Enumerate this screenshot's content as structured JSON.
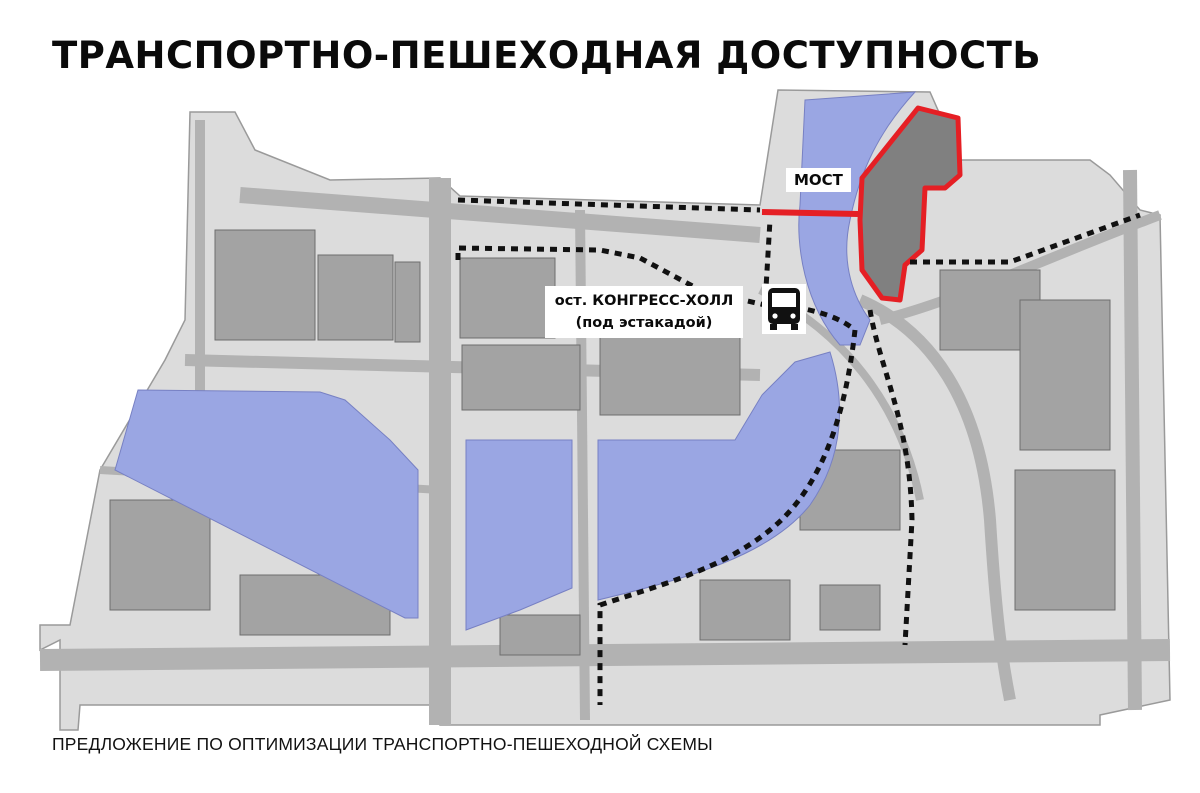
{
  "header": {
    "title": "ТРАНСПОРТНО-ПЕШЕХОДНАЯ ДОСТУПНОСТЬ"
  },
  "map": {
    "labels": {
      "bridge": "МОСТ",
      "stop_line1": "ост. КОНГРЕСС-ХОЛЛ",
      "stop_line2": "(под эстакадой)"
    },
    "icons": [
      "bus-icon"
    ],
    "colors": {
      "water": "#9aa6e3",
      "highlight": "#e51f24",
      "route": "#111111",
      "buildings": "#8a8a8a",
      "roads": "#bdbdbd"
    }
  },
  "footer": {
    "caption": "ПРЕДЛОЖЕНИЕ ПО ОПТИМИЗАЦИИ ТРАНСПОРТНО-ПЕШЕХОДНОЙ СХЕМЫ"
  }
}
